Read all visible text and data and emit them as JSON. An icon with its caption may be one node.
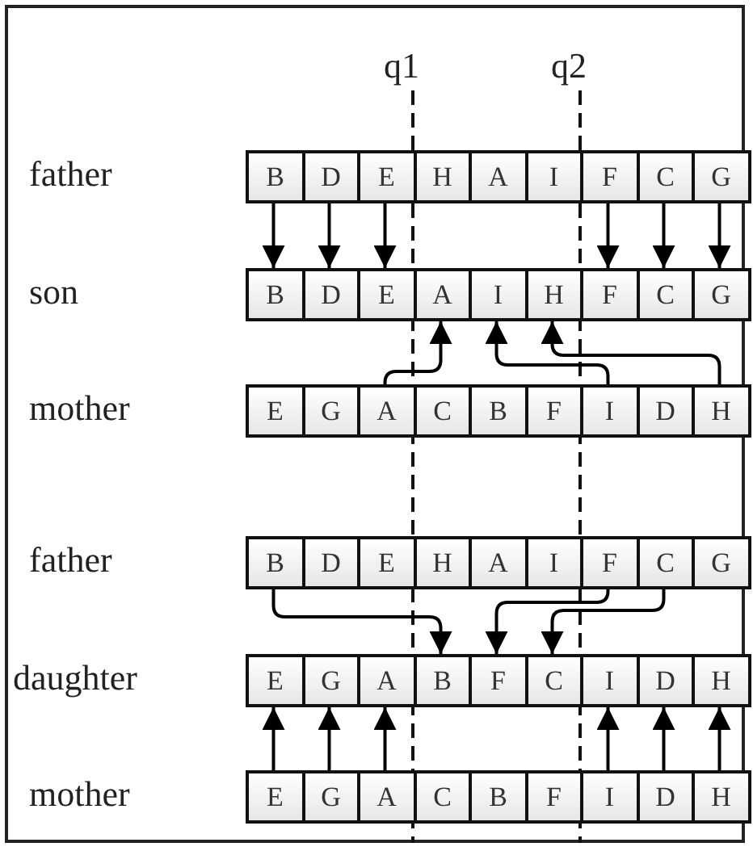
{
  "diagram": {
    "nodes": [
      {
        "text": [
          "B"
        ]
      },
      {
        "text": [
          "D"
        ]
      },
      {
        "text": [
          "E"
        ]
      },
      {
        "text": [
          "H"
        ]
      },
      {
        "text": [
          "A"
        ]
      },
      {
        "text": [
          "I"
        ]
      },
      {
        "text": [
          "F"
        ]
      },
      {
        "text": [
          "C"
        ]
      },
      {
        "text": [
          "G"
        ]
      },
      {
        "text": [
          "B"
        ]
      },
      {
        "text": [
          "D"
        ]
      },
      {
        "text": [
          "E"
        ]
      },
      {
        "text": [
          "A"
        ]
      },
      {
        "text": [
          "I"
        ]
      },
      {
        "text": [
          "H"
        ]
      },
      {
        "text": [
          "F"
        ]
      },
      {
        "text": [
          "C"
        ]
      },
      {
        "text": [
          "G"
        ]
      },
      {
        "text": [
          "E"
        ]
      },
      {
        "text": [
          "G"
        ]
      },
      {
        "text": [
          "A"
        ]
      },
      {
        "text": [
          "C"
        ]
      },
      {
        "text": [
          "B"
        ]
      },
      {
        "text": [
          "F"
        ]
      },
      {
        "text": [
          "I"
        ]
      },
      {
        "text": [
          "D"
        ]
      },
      {
        "text": [
          "H"
        ]
      },
      {
        "text": [
          "B"
        ]
      },
      {
        "text": [
          "D"
        ]
      },
      {
        "text": [
          "E"
        ]
      },
      {
        "text": [
          "H"
        ]
      },
      {
        "text": [
          "A"
        ]
      },
      {
        "text": [
          "I"
        ]
      },
      {
        "text": [
          "F"
        ]
      },
      {
        "text": [
          "C"
        ]
      },
      {
        "text": [
          "G"
        ]
      },
      {
        "text": [
          "E"
        ]
      },
      {
        "text": [
          "G"
        ]
      },
      {
        "text": [
          "A"
        ]
      },
      {
        "text": [
          "B"
        ]
      },
      {
        "text": [
          "F"
        ]
      },
      {
        "text": [
          "C"
        ]
      },
      {
        "text": [
          "I"
        ]
      },
      {
        "text": [
          "D"
        ]
      },
      {
        "text": [
          "H"
        ]
      },
      {
        "text": [
          "E"
        ]
      },
      {
        "text": [
          "G"
        ]
      },
      {
        "text": [
          "A"
        ]
      },
      {
        "text": [
          "C"
        ]
      },
      {
        "text": [
          "B"
        ]
      },
      {
        "text": [
          "F"
        ]
      },
      {
        "text": [
          "I"
        ]
      },
      {
        "text": [
          "D"
        ]
      },
      {
        "text": [
          "H"
        ]
      }
    ],
    "edges": [
      {
        "from": 0,
        "to": 9,
        "arrow": "to"
      },
      {
        "from": 1,
        "to": 10,
        "arrow": "to"
      },
      {
        "from": 2,
        "to": 11,
        "arrow": "to"
      },
      {
        "from": 6,
        "to": 15,
        "arrow": "to"
      },
      {
        "from": 7,
        "to": 16,
        "arrow": "to"
      },
      {
        "from": 8,
        "to": 17,
        "arrow": "to"
      },
      {
        "from": 20,
        "to": 12,
        "arrow": "to"
      },
      {
        "from": 24,
        "to": 13,
        "arrow": "to"
      },
      {
        "from": 26,
        "to": 14,
        "arrow": "to"
      },
      {
        "from": 27,
        "to": 39,
        "arrow": "to"
      },
      {
        "from": 33,
        "to": 40,
        "arrow": "to"
      },
      {
        "from": 34,
        "to": 41,
        "arrow": "to"
      },
      {
        "from": 45,
        "to": 36,
        "arrow": "to"
      },
      {
        "from": 46,
        "to": 37,
        "arrow": "to"
      },
      {
        "from": 47,
        "to": 38,
        "arrow": "to"
      },
      {
        "from": 51,
        "to": 42,
        "arrow": "to"
      },
      {
        "from": 52,
        "to": 43,
        "arrow": "to"
      },
      {
        "from": 53,
        "to": 44,
        "arrow": "to"
      }
    ],
    "labels": [
      "q1",
      "q2",
      "father",
      "son",
      "mother",
      "father",
      "daughter",
      "mother"
    ]
  }
}
